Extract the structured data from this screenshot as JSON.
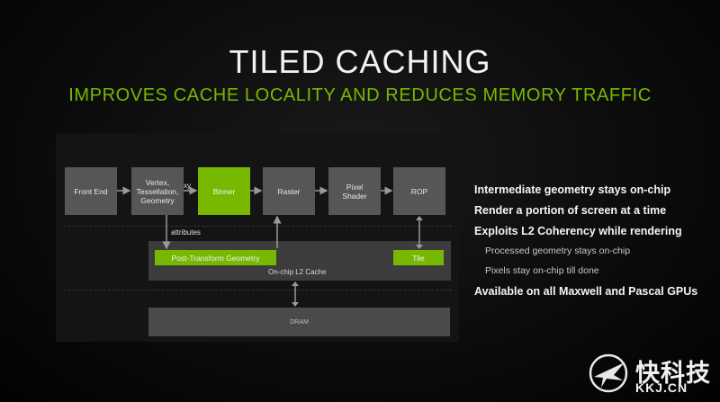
{
  "title": "TILED CACHING",
  "subtitle": "IMPROVES CACHE LOCALITY AND REDUCES MEMORY TRAFFIC",
  "diagram": {
    "stages": {
      "front_end": "Front End",
      "vertex": "Vertex,\nTessellation,\nGeometry",
      "binner": "Binner",
      "raster": "Raster",
      "pixel_shader": "Pixel\nShader",
      "rop": "ROP"
    },
    "xy_label": "xy",
    "attributes_label": "attributes",
    "post_transform": "Post-Transform Geometry",
    "tile": "Tile",
    "l2_cache": "On-chip L2 Cache",
    "dram": "DRAM",
    "colors": {
      "accent": "#76b900",
      "box": "#565656",
      "cache": "#3c3c3c"
    }
  },
  "bullets": [
    {
      "text": "Intermediate geometry stays on-chip",
      "level": 1
    },
    {
      "text": "Render a portion of screen at a time",
      "level": 1
    },
    {
      "text": "Exploits L2 Coherency while rendering",
      "level": 1
    },
    {
      "text": "Processed geometry stays on-chip",
      "level": 2
    },
    {
      "text": "Pixels stay on-chip till done",
      "level": 2
    },
    {
      "text": "Available on all Maxwell and Pascal GPUs",
      "level": 1
    }
  ],
  "watermark": {
    "cn": "快科技",
    "en": "KKJ.CN",
    "icon": "bird-logo-icon"
  }
}
